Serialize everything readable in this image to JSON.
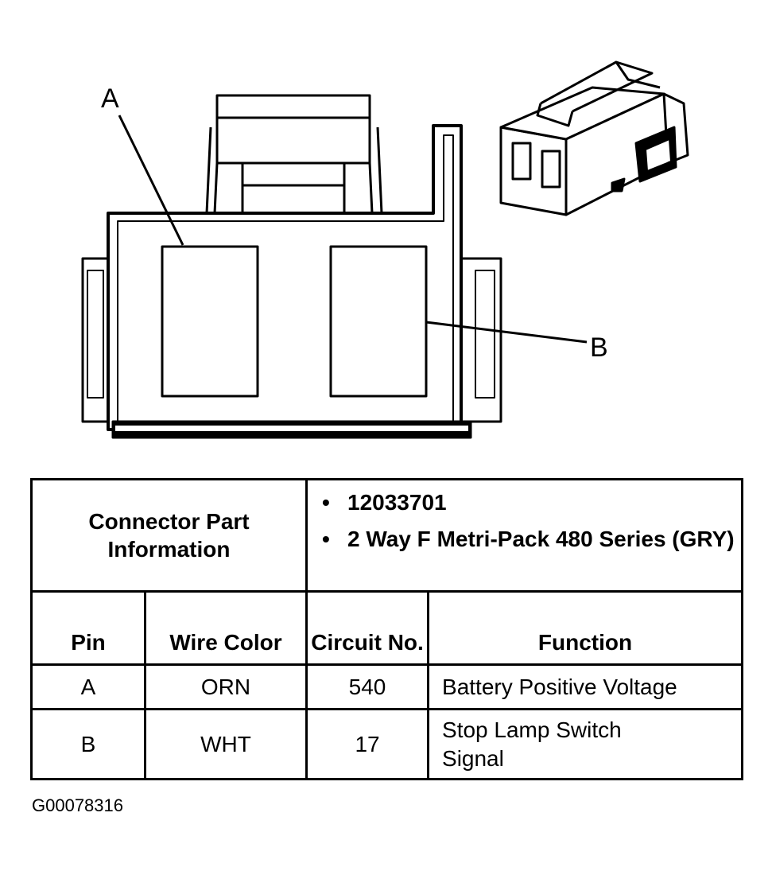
{
  "diagram": {
    "callouts": {
      "a": "A",
      "b": "B"
    }
  },
  "table": {
    "info_label": "Connector Part Information",
    "part_info": [
      "12033701",
      "2 Way F Metri-Pack 480 Series (GRY)"
    ],
    "headers": {
      "pin": "Pin",
      "wire_color": "Wire Color",
      "circuit_no": "Circuit No.",
      "function": "Function"
    },
    "rows": [
      {
        "pin": "A",
        "wire_color": "ORN",
        "circuit": "540",
        "function": "Battery Positive Voltage"
      },
      {
        "pin": "B",
        "wire_color": "WHT",
        "circuit": "17",
        "function": "Stop Lamp Switch Signal"
      }
    ]
  },
  "figure_id": "G00078316"
}
